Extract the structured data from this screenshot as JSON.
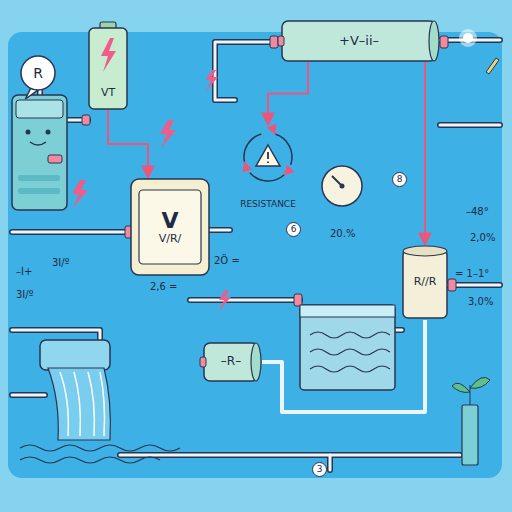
{
  "diagram": {
    "nodes": [
      {
        "text": [
          "R"
        ]
      },
      {
        "text": [
          "VT"
        ]
      },
      {
        "text": [
          "+V–ii–"
        ]
      },
      {
        "text": [
          "V",
          "V/R/"
        ]
      },
      {
        "text": [
          "RESISTANCE"
        ]
      },
      {
        "text": [
          "R//R"
        ]
      },
      {
        "text": [
          "–R–"
        ]
      }
    ],
    "edges": [
      {
        "from": 1,
        "to": 3,
        "arrow": "to"
      },
      {
        "from": 2,
        "to": 4,
        "arrow": "to"
      },
      {
        "from": 2,
        "to": 5,
        "arrow": "to"
      },
      {
        "from": 6,
        "to": 5,
        "arrow": "none"
      }
    ],
    "labels": [
      "–I+",
      "3I/º",
      "3I/º",
      "2,6 =",
      "2Ö =",
      "20.%",
      "–48°",
      "2,0%",
      "= 1–1°",
      "3,0%",
      "6",
      "8",
      "3"
    ]
  }
}
